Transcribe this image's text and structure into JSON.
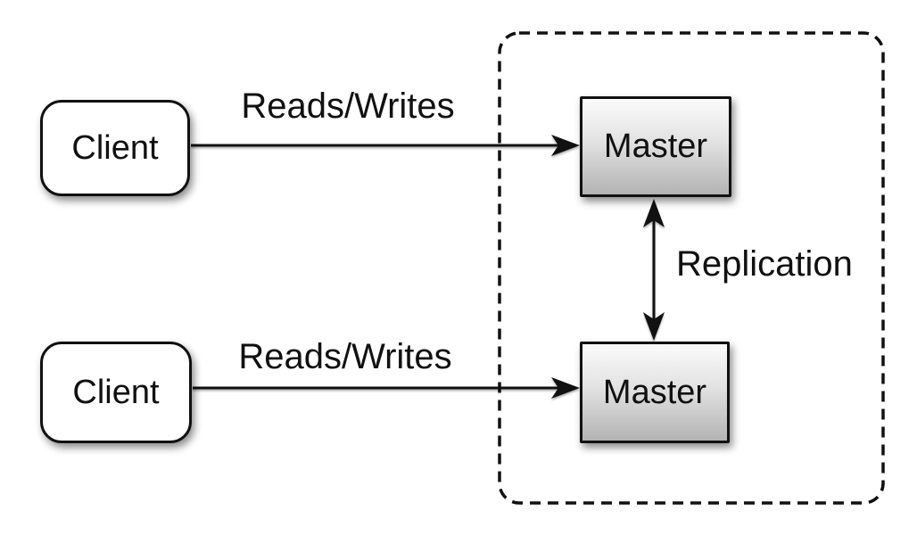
{
  "diagram_type": "architecture-diagram",
  "nodes": [
    {
      "id": "client-top",
      "label": "Client",
      "shape": "rounded-rect"
    },
    {
      "id": "client-bottom",
      "label": "Client",
      "shape": "rounded-rect"
    },
    {
      "id": "master-top",
      "label": "Master",
      "shape": "rect"
    },
    {
      "id": "master-bottom",
      "label": "Master",
      "shape": "rect"
    }
  ],
  "edges": [
    {
      "from": "client-top",
      "to": "master-top",
      "label": "Reads/Writes",
      "direction": "one-way"
    },
    {
      "from": "client-bottom",
      "to": "master-bottom",
      "label": "Reads/Writes",
      "direction": "one-way"
    },
    {
      "from": "master-top",
      "to": "master-bottom",
      "label": "Replication",
      "direction": "two-way"
    }
  ],
  "group": {
    "style": "dashed-rounded",
    "contains": [
      "master-top",
      "master-bottom"
    ]
  },
  "colors": {
    "background": "#ffffff",
    "node_border": "#111111",
    "client_fill": "#ffffff",
    "master_fill_top": "#fbfbfb",
    "master_fill_bottom": "#b3b3b3",
    "line": "#111111",
    "text": "#111111"
  }
}
